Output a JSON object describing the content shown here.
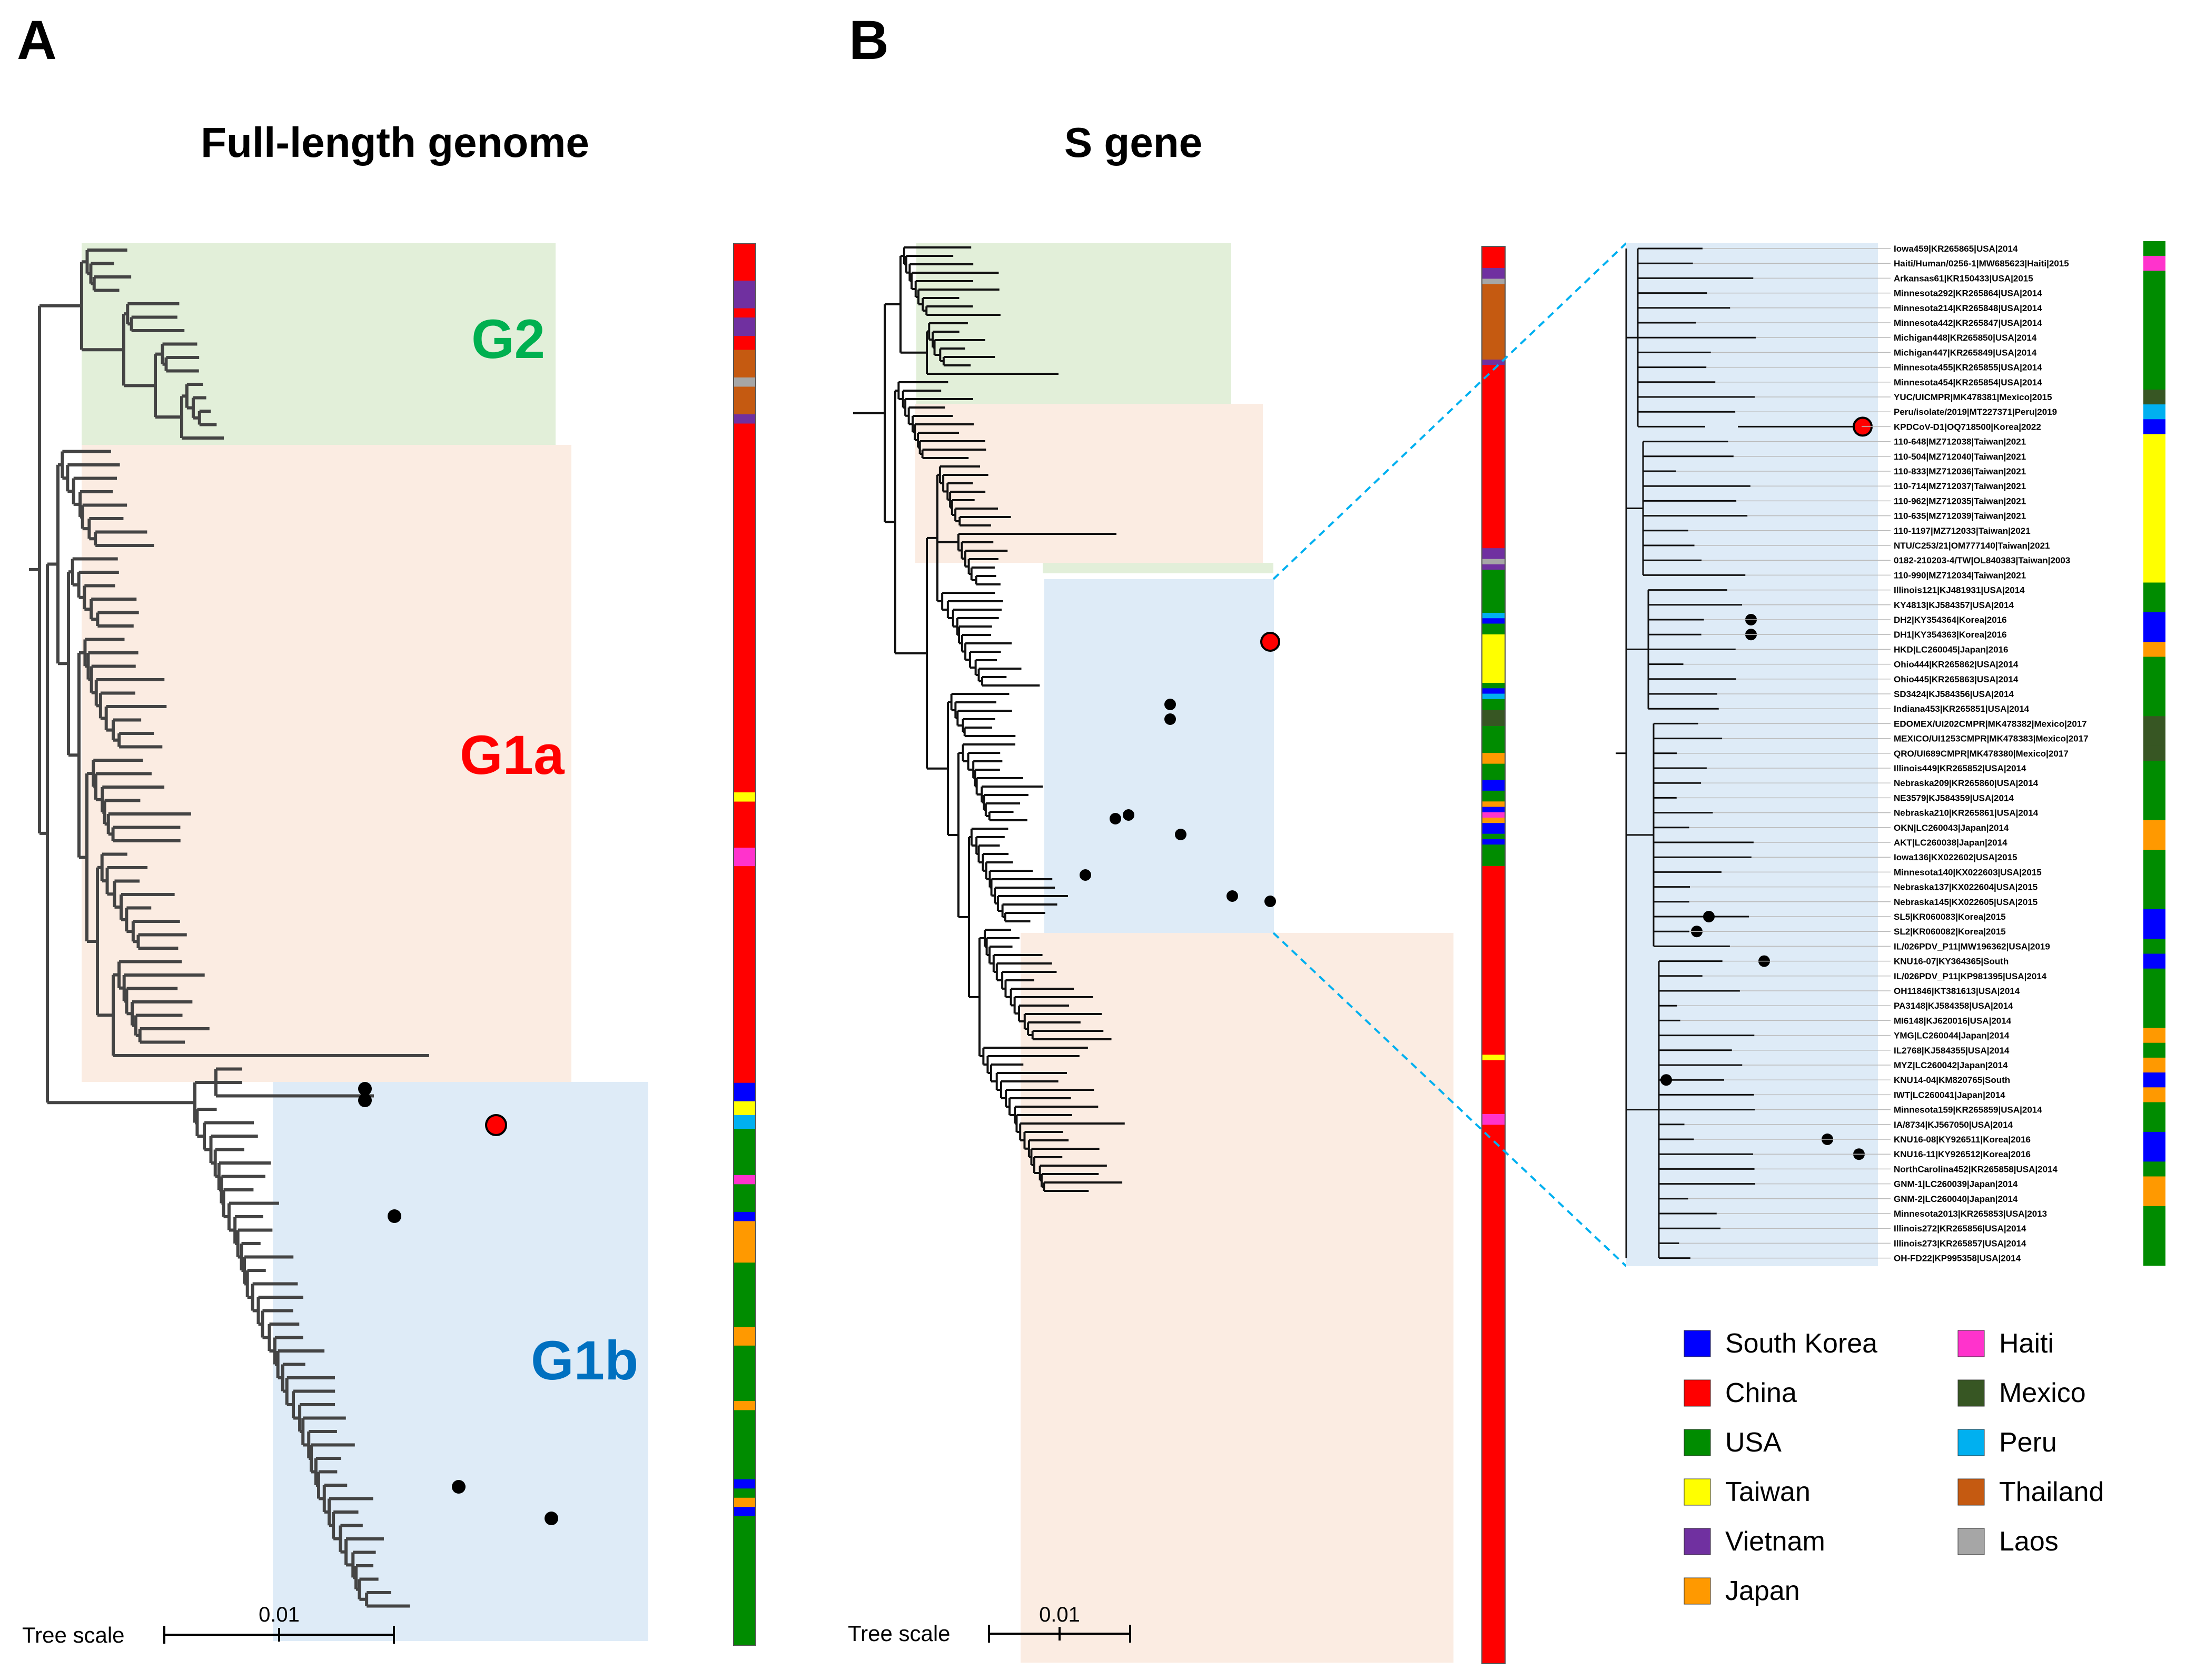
{
  "panels": {
    "a": {
      "letter": "A",
      "title": "Full-length genome",
      "clades": {
        "g2": "G2",
        "g1a": "G1a",
        "g1b": "G1b"
      }
    },
    "b": {
      "letter": "B",
      "title": "S gene"
    }
  },
  "tree_scale": {
    "label": "Tree scale",
    "value": "0.01"
  },
  "colors": {
    "south_korea": "#0000ff",
    "china": "#ff0000",
    "usa": "#008c00",
    "taiwan": "#ffff00",
    "vietnam": "#7030a0",
    "japan": "#ff9900",
    "haiti": "#ff33cc",
    "mexico": "#375623",
    "peru": "#00b0f0",
    "thailand": "#c55a11",
    "laos": "#a6a6a6",
    "g2_bg": "#e2efd9",
    "g1a_bg": "#fbece2",
    "g1b_bg": "#deebf7",
    "g2_label": "#00b050",
    "g1a_label": "#ff0000",
    "g1b_label": "#0070c0"
  },
  "legend": [
    {
      "label": "South Korea",
      "color_key": "south_korea"
    },
    {
      "label": "China",
      "color_key": "china"
    },
    {
      "label": "USA",
      "color_key": "usa"
    },
    {
      "label": "Taiwan",
      "color_key": "taiwan"
    },
    {
      "label": "Vietnam",
      "color_key": "vietnam"
    },
    {
      "label": "Japan",
      "color_key": "japan"
    },
    {
      "label": "Haiti",
      "color_key": "haiti"
    },
    {
      "label": "Mexico",
      "color_key": "mexico"
    },
    {
      "label": "Peru",
      "color_key": "peru"
    },
    {
      "label": "Thailand",
      "color_key": "thailand"
    },
    {
      "label": "Laos",
      "color_key": "laos"
    }
  ],
  "zoom_taxa": [
    "Iowa459|KR265865|USA|2014",
    "Haiti/Human/0256-1|MW685623|Haiti|2015",
    "Arkansas61|KR150433|USA|2015",
    "Minnesota292|KR265864|USA|2014",
    "Minnesota214|KR265848|USA|2014",
    "Minnesota442|KR265847|USA|2014",
    "Michigan448|KR265850|USA|2014",
    "Michigan447|KR265849|USA|2014",
    "Minnesota455|KR265855|USA|2014",
    "Minnesota454|KR265854|USA|2014",
    "YUC/UICMPR|MK478381|Mexico|2015",
    "Peru/isolate/2019|MT227371|Peru|2019",
    "KPDCoV-D1|OQ718500|Korea|2022",
    "110-648|MZ712038|Taiwan|2021",
    "110-504|MZ712040|Taiwan|2021",
    "110-833|MZ712036|Taiwan|2021",
    "110-714|MZ712037|Taiwan|2021",
    "110-962|MZ712035|Taiwan|2021",
    "110-635|MZ712039|Taiwan|2021",
    "110-1197|MZ712033|Taiwan|2021",
    "NTU/C253/21|OM777140|Taiwan|2021",
    "0182-210203-4/TW|OL840383|Taiwan|2003",
    "110-990|MZ712034|Taiwan|2021",
    "Illinois121|KJ481931|USA|2014",
    "KY4813|KJ584357|USA|2014",
    "DH2|KY354364|Korea|2016",
    "DH1|KY354363|Korea|2016",
    "HKD|LC260045|Japan|2016",
    "Ohio444|KR265862|USA|2014",
    "Ohio445|KR265863|USA|2014",
    "SD3424|KJ584356|USA|2014",
    "Indiana453|KR265851|USA|2014",
    "EDOMEX/UI202CMPR|MK478382|Mexico|2017",
    "MEXICO/UI1253CMPR|MK478383|Mexico|2017",
    "QRO/UI689CMPR|MK478380|Mexico|2017",
    "Illinois449|KR265852|USA|2014",
    "Nebraska209|KR265860|USA|2014",
    "NE3579|KJ584359|USA|2014",
    "Nebraska210|KR265861|USA|2014",
    "OKN|LC260043|Japan|2014",
    "AKT|LC260038|Japan|2014",
    "Iowa136|KX022602|USA|2015",
    "Minnesota140|KX022603|USA|2015",
    "Nebraska137|KX022604|USA|2015",
    "Nebraska145|KX022605|USA|2015",
    "SL5|KR060083|Korea|2015",
    "SL2|KR060082|Korea|2015",
    "IL/026PDV_P11|MW196362|USA|2019",
    "KNU16-07|KY364365|South",
    "IL/026PDV_P11|KP981395|USA|2014",
    "OH11846|KT381613|USA|2014",
    "PA3148|KJ584358|USA|2014",
    "MI6148|KJ620016|USA|2014",
    "YMG|LC260044|Japan|2014",
    "IL2768|KJ584355|USA|2014",
    "MYZ|LC260042|Japan|2014",
    "KNU14-04|KM820765|South",
    "IWT|LC260041|Japan|2014",
    "Minnesota159|KR265859|USA|2014",
    "IA/8734|KJ567050|USA|2014",
    "KNU16-08|KY926511|Korea|2016",
    "KNU16-11|KY926512|Korea|2016",
    "NorthCarolina452|KR265858|USA|2014",
    "GNM-1|LC260039|Japan|2014",
    "GNM-2|LC260040|Japan|2014",
    "Minnesota2013|KR265853|USA|2013",
    "Illinois272|KR265856|USA|2014",
    "Illinois273|KR265857|USA|2014",
    "OH-FD22|KP995358|USA|2014"
  ],
  "zoom_country_strip": [
    "usa",
    "haiti",
    "usa",
    "usa",
    "usa",
    "usa",
    "usa",
    "usa",
    "usa",
    "usa",
    "mexico",
    "peru",
    "south_korea",
    "taiwan",
    "taiwan",
    "taiwan",
    "taiwan",
    "taiwan",
    "taiwan",
    "taiwan",
    "taiwan",
    "taiwan",
    "taiwan",
    "usa",
    "usa",
    "south_korea",
    "south_korea",
    "japan",
    "usa",
    "usa",
    "usa",
    "usa",
    "mexico",
    "mexico",
    "mexico",
    "usa",
    "usa",
    "usa",
    "usa",
    "japan",
    "japan",
    "usa",
    "usa",
    "usa",
    "usa",
    "south_korea",
    "south_korea",
    "usa",
    "south_korea",
    "usa",
    "usa",
    "usa",
    "usa",
    "japan",
    "usa",
    "japan",
    "south_korea",
    "japan",
    "usa",
    "usa",
    "south_korea",
    "south_korea",
    "usa",
    "japan",
    "japan",
    "usa",
    "usa",
    "usa",
    "usa"
  ],
  "a_country_strip": [
    [
      "china",
      8
    ],
    [
      "vietnam",
      6
    ],
    [
      "china",
      2
    ],
    [
      "vietnam",
      4
    ],
    [
      "china",
      3
    ],
    [
      "thailand",
      6
    ],
    [
      "laos",
      2
    ],
    [
      "thailand",
      6
    ],
    [
      "vietnam",
      2
    ],
    [
      "china",
      80
    ],
    [
      "taiwan",
      2
    ],
    [
      "china",
      10
    ],
    [
      "haiti",
      4
    ],
    [
      "china",
      47
    ],
    [
      "south_korea",
      4
    ],
    [
      "taiwan",
      3
    ],
    [
      "peru",
      3
    ],
    [
      "usa",
      10
    ],
    [
      "haiti",
      2
    ],
    [
      "usa",
      6
    ],
    [
      "south_korea",
      2
    ],
    [
      "japan",
      9
    ],
    [
      "usa",
      14
    ],
    [
      "japan",
      4
    ],
    [
      "usa",
      12
    ],
    [
      "japan",
      2
    ],
    [
      "usa",
      15
    ],
    [
      "south_korea",
      2
    ],
    [
      "usa",
      2
    ],
    [
      "japan",
      2
    ],
    [
      "south_korea",
      2
    ],
    [
      "usa",
      28
    ]
  ],
  "b_country_strip": [
    [
      "china",
      4
    ],
    [
      "vietnam",
      2
    ],
    [
      "laos",
      1
    ],
    [
      "thailand",
      14
    ],
    [
      "vietnam",
      1
    ],
    [
      "china",
      34
    ],
    [
      "vietnam",
      2
    ],
    [
      "laos",
      1
    ],
    [
      "vietnam",
      1
    ],
    [
      "usa",
      8
    ],
    [
      "peru",
      1
    ],
    [
      "south_korea",
      1
    ],
    [
      "usa",
      2
    ],
    [
      "taiwan",
      9
    ],
    [
      "usa",
      1
    ],
    [
      "south_korea",
      1
    ],
    [
      "peru",
      1
    ],
    [
      "usa",
      2
    ],
    [
      "mexico",
      3
    ],
    [
      "usa",
      5
    ],
    [
      "japan",
      2
    ],
    [
      "usa",
      3
    ],
    [
      "south_korea",
      2
    ],
    [
      "usa",
      2
    ],
    [
      "japan",
      1
    ],
    [
      "south_korea",
      1
    ],
    [
      "haiti",
      1
    ],
    [
      "japan",
      1
    ],
    [
      "south_korea",
      2
    ],
    [
      "usa",
      1
    ],
    [
      "south_korea",
      1
    ],
    [
      "usa",
      4
    ],
    [
      "china",
      35
    ],
    [
      "taiwan",
      1
    ],
    [
      "china",
      10
    ],
    [
      "haiti",
      2
    ],
    [
      "china",
      100
    ]
  ]
}
